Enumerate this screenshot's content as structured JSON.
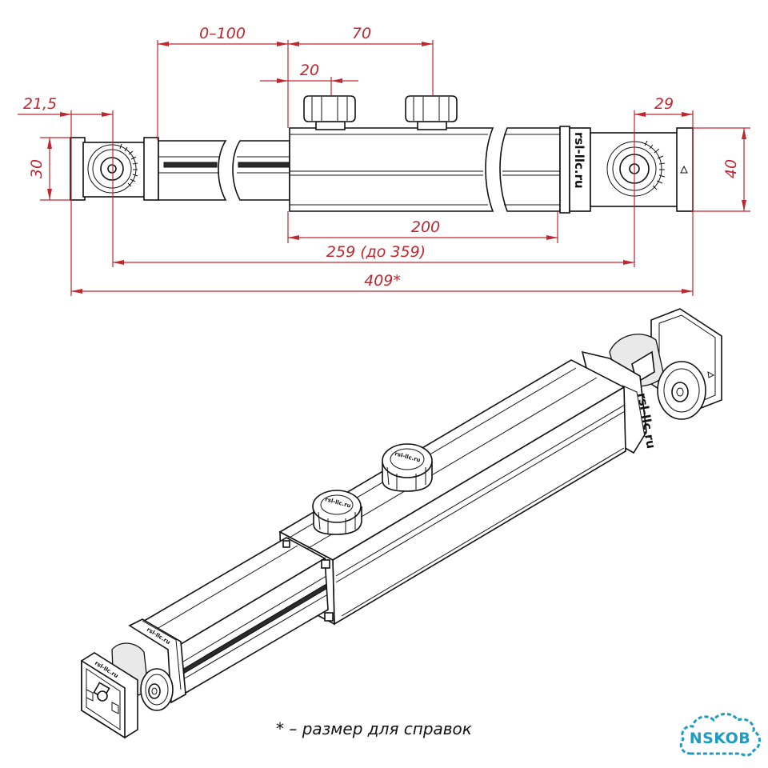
{
  "dimensions": {
    "stroke_adjust": "0–100",
    "between_knobs": "70",
    "knob_offset": "20",
    "end_offset_left": "21,5",
    "end_offset_right": "29",
    "height_left": "30",
    "height_right": "40",
    "outer_tube_length": "200",
    "pivot_distance": "259 (до 359)",
    "total_length": "409*"
  },
  "brand": "rsl-llc.ru",
  "footnote": "* – размер для справок",
  "watermark": "NSKOB",
  "colors": {
    "dimension": "#c0262d",
    "outline": "#111111",
    "watermark": "#1e9bc2"
  }
}
